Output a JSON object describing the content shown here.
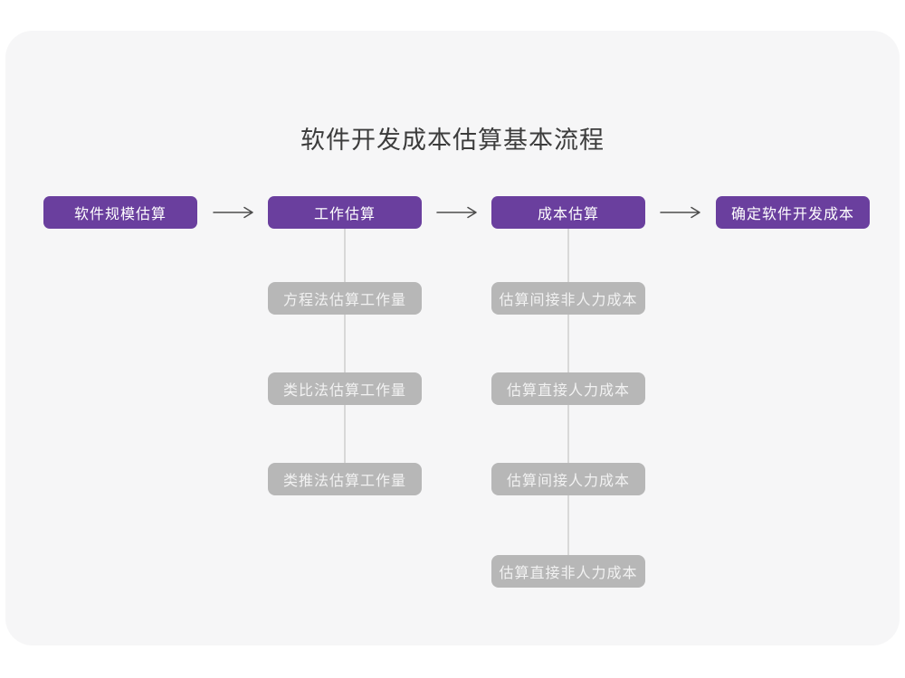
{
  "title": "软件开发成本估算基本流程",
  "colors": {
    "page_bg": "#ffffff",
    "card_bg": "#f6f6f7",
    "stage_bg": "#6a3f9e",
    "stage_text": "#ffffff",
    "substep_bg": "#b7b7b7",
    "substep_text": "#f2f2f2",
    "arrow": "#4d4d4d",
    "connector": "#d8d8d8",
    "title_text": "#3c3c3c"
  },
  "icons": {
    "arrow": "arrow-right-icon"
  },
  "flow": {
    "stages": [
      {
        "label": "软件规模估算",
        "substeps": []
      },
      {
        "label": "工作估算",
        "substeps": [
          "方程法估算工作量",
          "类比法估算工作量",
          "类推法估算工作量"
        ]
      },
      {
        "label": "成本估算",
        "substeps": [
          "估算间接非人力成本",
          "估算直接人力成本",
          "估算间接人力成本",
          "估算直接非人力成本"
        ]
      },
      {
        "label": "确定软件开发成本",
        "substeps": []
      }
    ]
  }
}
